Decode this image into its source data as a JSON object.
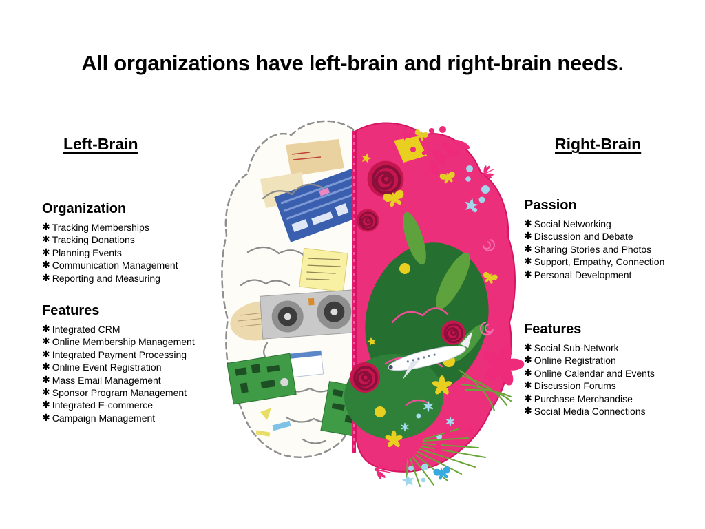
{
  "title": "All organizations have left-brain and right-brain needs.",
  "bullet_glyph": "✱",
  "left_column": {
    "heading": "Left-Brain",
    "sections": [
      {
        "heading": "Organization",
        "items": [
          "Tracking Memberships",
          "Tracking Donations",
          "Planning Events",
          "Communication Management",
          "Reporting and Measuring"
        ]
      },
      {
        "heading": "Features",
        "items": [
          "Integrated CRM",
          "Online Membership Management",
          "Integrated Payment Processing",
          "Online Event Registration",
          "Mass Email Management",
          "Sponsor Program Management",
          "Integrated E-commerce",
          "Campaign Management"
        ]
      }
    ]
  },
  "right_column": {
    "heading": "Right-Brain",
    "sections": [
      {
        "heading": "Passion",
        "items": [
          "Social Networking",
          "Discussion and Debate",
          "Sharing Stories and Photos",
          "Support, Empathy, Connection",
          "Personal Development"
        ]
      },
      {
        "heading": "Features",
        "items": [
          "Social Sub-Network",
          "Online Registration",
          "Online Calendar and Events",
          "Discussion Forums",
          "Purchase Merchandise",
          "Social Media Connections"
        ]
      }
    ]
  },
  "illustration": {
    "name": "split-brain-collage",
    "left_half": "technical sketch with circuit boards, sticky notes, cooling fans",
    "right_half": "colorful collage with roses, leaves, butterflies, stars, dragonflies",
    "colors": {
      "hot_pink": "#eb2f7b",
      "rose_red": "#c5164f",
      "leaf_green": "#256f31",
      "pcb_green": "#3f9b46",
      "accent_yellow": "#e9cf1f",
      "light_blue": "#9fd8ec",
      "sketch_gray": "#8a8a8a",
      "paper_tan": "#e9d2a0",
      "sticky_yellow": "#f8f0a2",
      "circuit_blue": "#3a5fae"
    }
  },
  "text_color": "#000000",
  "background": "#ffffff"
}
